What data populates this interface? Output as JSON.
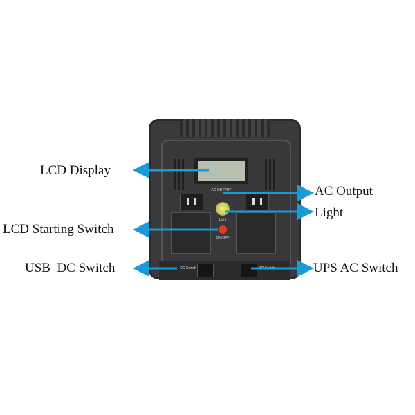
{
  "callouts": {
    "lcd_display": "LCD Display",
    "ac_output": "AC Output",
    "light": "Light",
    "lcd_starting_switch": "LCD Starting Switch",
    "usb_dc_switch": "USB  DC Switch",
    "ups_ac_switch": "UPS AC Switch"
  },
  "device": {
    "ac_output_label": "AC OUTPUT",
    "light_label": "Light",
    "onoff_label": "ON/OFF",
    "dc_switch_label": "DC Switch",
    "ac_switch_label": "AC Switch"
  },
  "colors": {
    "arrow": "#1a9ad6",
    "body": "#3a3a3c"
  }
}
